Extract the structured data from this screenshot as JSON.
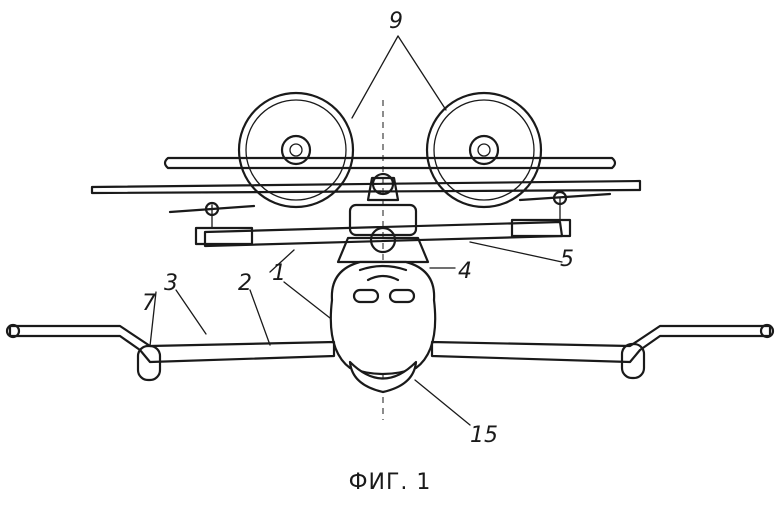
{
  "figure": {
    "caption": "ФИГ. 1",
    "labels": {
      "l1": "1",
      "l2": "2",
      "l3": "3",
      "l4": "4",
      "l5": "5",
      "l7": "7",
      "l9": "9",
      "l15": "15"
    }
  }
}
